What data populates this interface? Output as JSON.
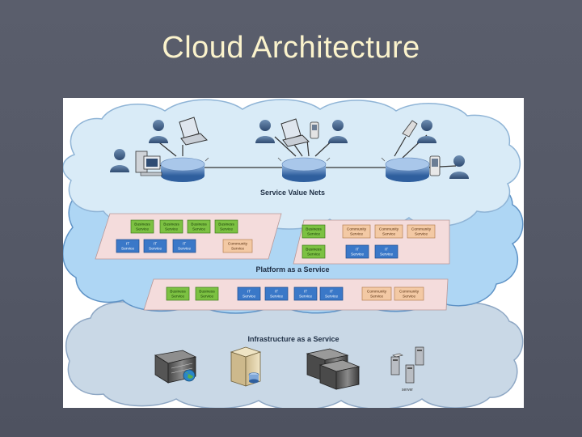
{
  "slide": {
    "title": "Cloud Architecture"
  },
  "clouds": {
    "service_value_nets": {
      "label": "Service Value Nets"
    },
    "platform": {
      "label": "Platform as a Service"
    },
    "infrastructure": {
      "label": "Infrastructure as a Service"
    }
  },
  "service_boxes": {
    "business": [
      "Business",
      "Service"
    ],
    "it": [
      "IT",
      "Service"
    ],
    "community": [
      "Community",
      "Service"
    ]
  },
  "devices": {
    "server_caption": "server"
  },
  "colors": {
    "slide_bg": "#555968",
    "title_text": "#fbf3cc",
    "cloud_top": "#d9ebf7",
    "cloud_middle": "#aed6f4",
    "cloud_bottom": "#c9d8e6",
    "business_box": "#7cc142",
    "it_box": "#3a78c8",
    "community_box": "#f3c9a4",
    "band": "#f4dcdc"
  }
}
